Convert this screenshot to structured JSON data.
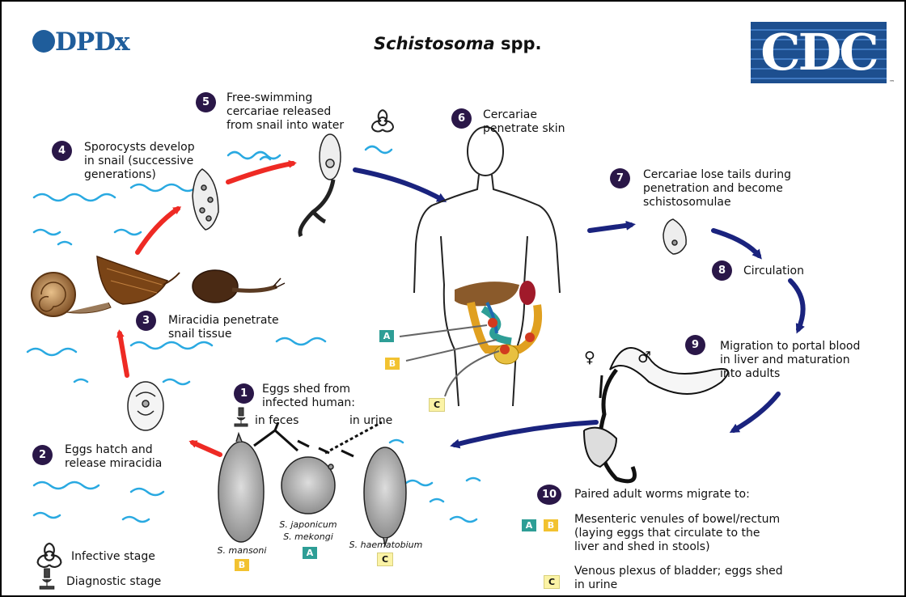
{
  "header": {
    "logo_text": "DPDx",
    "title_italic": "Schistosoma",
    "title_rest": " spp.",
    "cdc_logo": "CDC",
    "tm": "™"
  },
  "steps": [
    {
      "num": "1",
      "lines": [
        "Eggs shed from",
        "infected human:"
      ]
    },
    {
      "num": "2",
      "lines": [
        "Eggs hatch and",
        "release miracidia"
      ]
    },
    {
      "num": "3",
      "lines": [
        "Miracidia penetrate",
        "snail tissue"
      ]
    },
    {
      "num": "4",
      "lines": [
        "Sporocysts develop",
        "in snail (successive",
        "generations)"
      ]
    },
    {
      "num": "5",
      "lines": [
        "Free-swimming",
        "cercariae released",
        "from snail into water"
      ]
    },
    {
      "num": "6",
      "lines": [
        "Cercariae",
        "penetrate skin"
      ]
    },
    {
      "num": "7",
      "lines": [
        "Cercariae lose tails during",
        "penetration and become",
        "schistosomulae"
      ]
    },
    {
      "num": "8",
      "lines": [
        "Circulation"
      ]
    },
    {
      "num": "9",
      "lines": [
        "Migration to portal blood",
        "in liver and maturation",
        "into adults"
      ]
    },
    {
      "num": "10",
      "lines": [
        "Paired adult worms migrate to:"
      ]
    }
  ],
  "egg_routes": {
    "feces": "in feces",
    "urine": "in urine"
  },
  "species": {
    "mansoni": "S. mansoni",
    "japonicum": "S. japonicum",
    "mekongi": "S. mekongi",
    "haematobium": "S. haematobium"
  },
  "badges": {
    "A": "A",
    "B": "B",
    "C": "C"
  },
  "destinations": {
    "AB": [
      "Mesenteric venules of bowel/rectum",
      "(laying eggs that circulate to the",
      "liver and shed in stools)"
    ],
    "C": [
      "Venous plexus of bladder; eggs shed",
      "in urine"
    ]
  },
  "sex_symbols": {
    "female": "♀",
    "male": "♂"
  },
  "legend": {
    "infective": "Infective stage",
    "diagnostic": "Diagnostic stage"
  },
  "icons": [
    "biohazard-icon",
    "microscope-icon"
  ],
  "colors": {
    "cycle_red": "#ee2a24",
    "cycle_blue": "#1a237e",
    "water": "#29a9e1",
    "step_circle": "#2a1748",
    "badge_A": "#2e9e96",
    "badge_B": "#f2c230",
    "badge_C": "#fbf3a6",
    "cdc_blue": "#1d4f8f",
    "dpdx_blue": "#1f5d9b"
  }
}
